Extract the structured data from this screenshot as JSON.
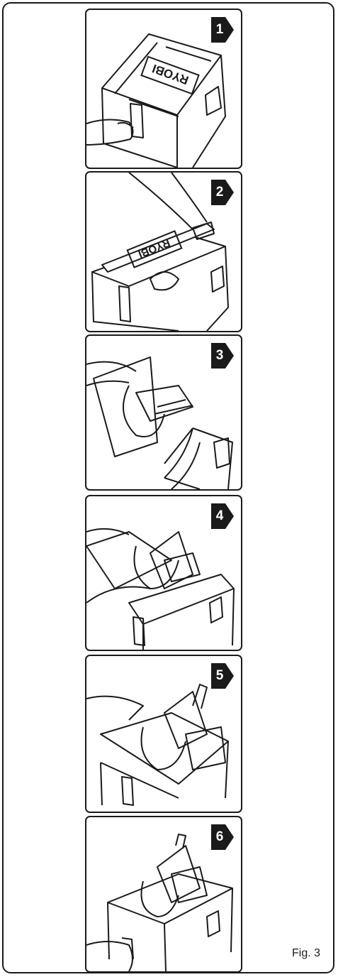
{
  "figure": {
    "label": "Fig. 3",
    "brand_text": "RYOBI",
    "steps": [
      {
        "number": "1"
      },
      {
        "number": "2"
      },
      {
        "number": "3"
      },
      {
        "number": "4"
      },
      {
        "number": "5"
      },
      {
        "number": "6"
      }
    ]
  }
}
